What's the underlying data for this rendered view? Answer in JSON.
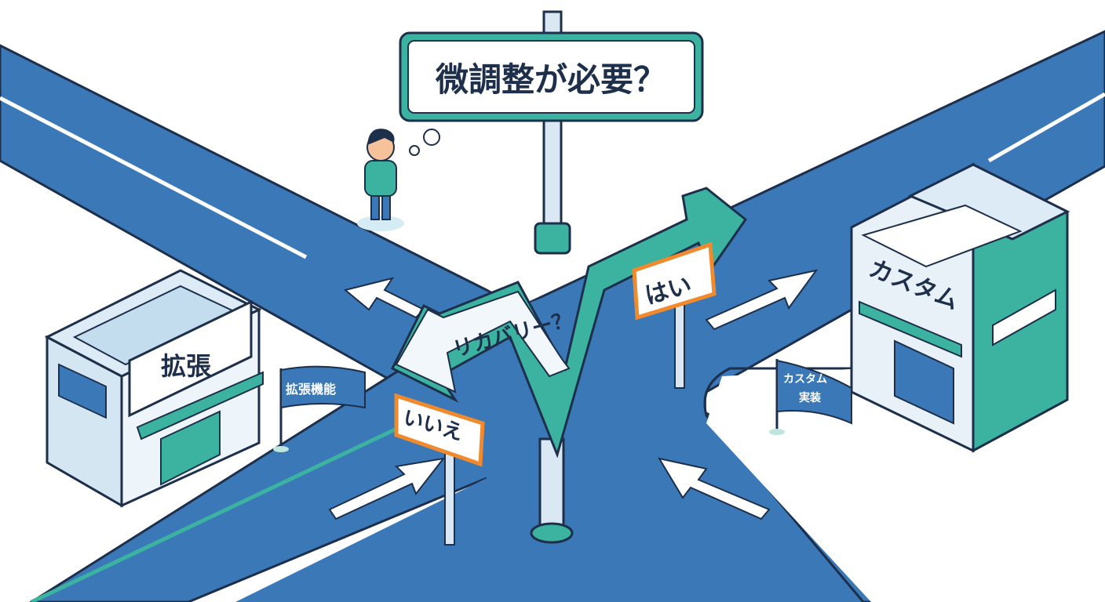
{
  "main_sign": {
    "text": "微調整が必要？"
  },
  "arrow_sign": {
    "text": "リカバリー？"
  },
  "yes_sign": {
    "text": "はい"
  },
  "no_sign": {
    "text": "いいえ"
  },
  "left_building": {
    "label": "拡張",
    "flag": "拡張機能"
  },
  "right_building": {
    "label": "カスタム",
    "flag_line1": "カスタム",
    "flag_line2": "実装"
  },
  "colors": {
    "road": "#3a78b8",
    "outline": "#1d2f4a",
    "teal": "#3bb3a0",
    "orange": "#f08a2c",
    "building": "#e8f1f8"
  }
}
